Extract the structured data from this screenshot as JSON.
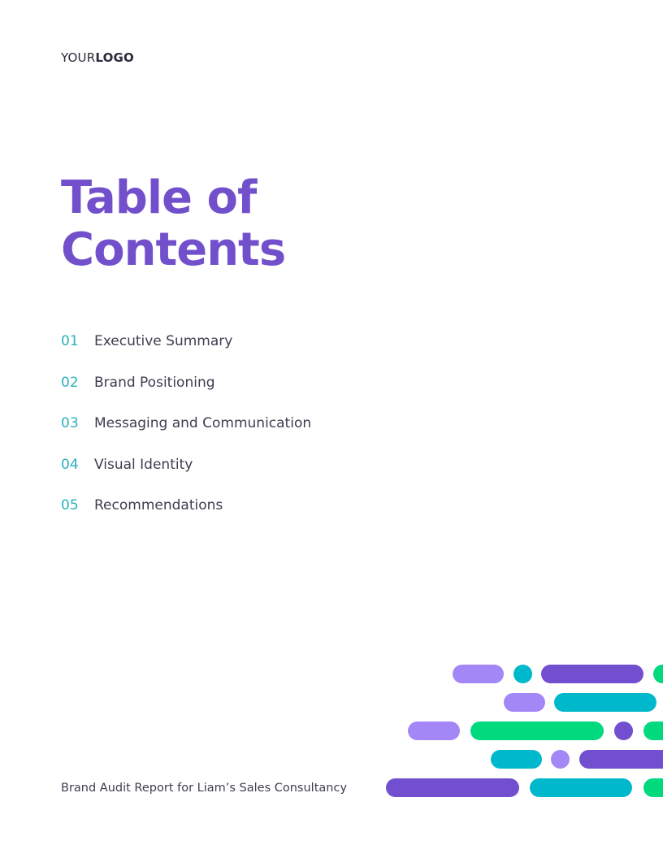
{
  "logo": {
    "light": "YOUR",
    "bold": "LOGO"
  },
  "title": {
    "line1": "Table of",
    "line2": "Contents"
  },
  "toc": [
    {
      "num": "01",
      "label": "Executive Summary"
    },
    {
      "num": "02",
      "label": "Brand Positioning"
    },
    {
      "num": "03",
      "label": "Messaging and Communication"
    },
    {
      "num": "04",
      "label": "Visual Identity"
    },
    {
      "num": "05",
      "label": "Recommendations"
    }
  ],
  "footer": {
    "text": "Brand Audit Report for Liam’s Sales Consultancy"
  },
  "colors": {
    "title": "#7250cc",
    "number": "#2bb0bd",
    "lavender": "#a387f7",
    "purple": "#714fcf",
    "teal": "#00b8cc",
    "green": "#00d97e"
  }
}
